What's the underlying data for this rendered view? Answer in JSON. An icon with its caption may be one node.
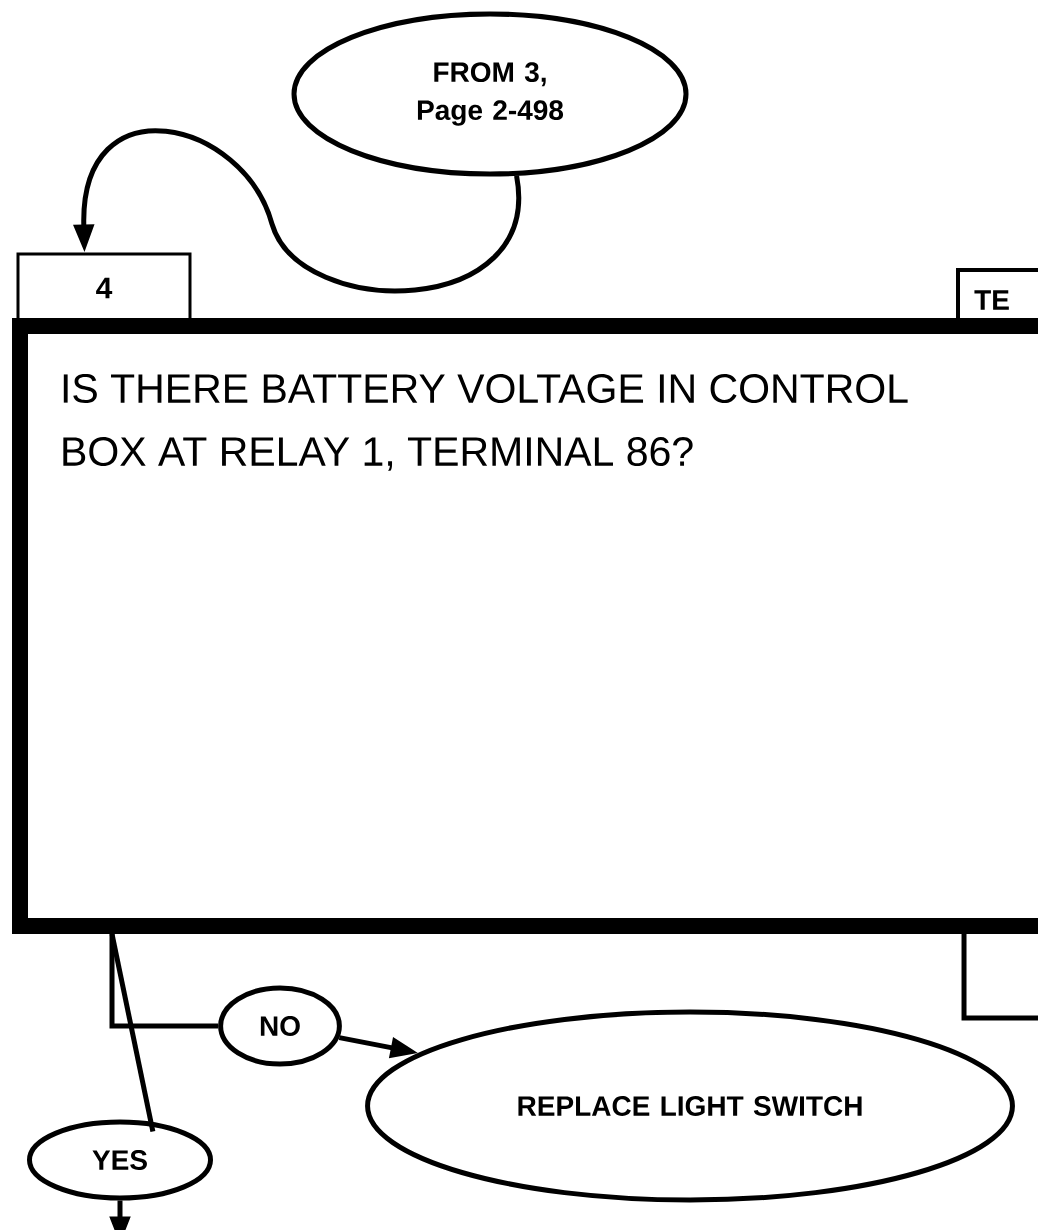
{
  "diagram": {
    "nodes": [
      {
        "text": [
          "FROM 3, Page 2-498"
        ]
      },
      {
        "text": [
          "4"
        ]
      },
      {
        "text": [
          "IS THERE BATTERY VOLTAGE IN CONTROL BOX AT RELAY 1, TERMINAL 86?"
        ]
      },
      {
        "text": [
          "TE"
        ]
      },
      {
        "text": [],
        "shape": "box"
      },
      {
        "text": [
          "NO"
        ]
      },
      {
        "text": [
          "REPLACE LIGHT SWITCH"
        ]
      },
      {
        "text": [
          "YES"
        ]
      }
    ],
    "edges": [
      {
        "from": 0,
        "to": 1,
        "arrow": "to"
      },
      {
        "from": 2,
        "to": 5,
        "arrow": "none"
      },
      {
        "from": 5,
        "to": 6,
        "arrow": "to"
      },
      {
        "from": 2,
        "to": 7,
        "arrow": "none"
      },
      {
        "from": 7,
        "to": null,
        "arrow": "to"
      }
    ]
  }
}
